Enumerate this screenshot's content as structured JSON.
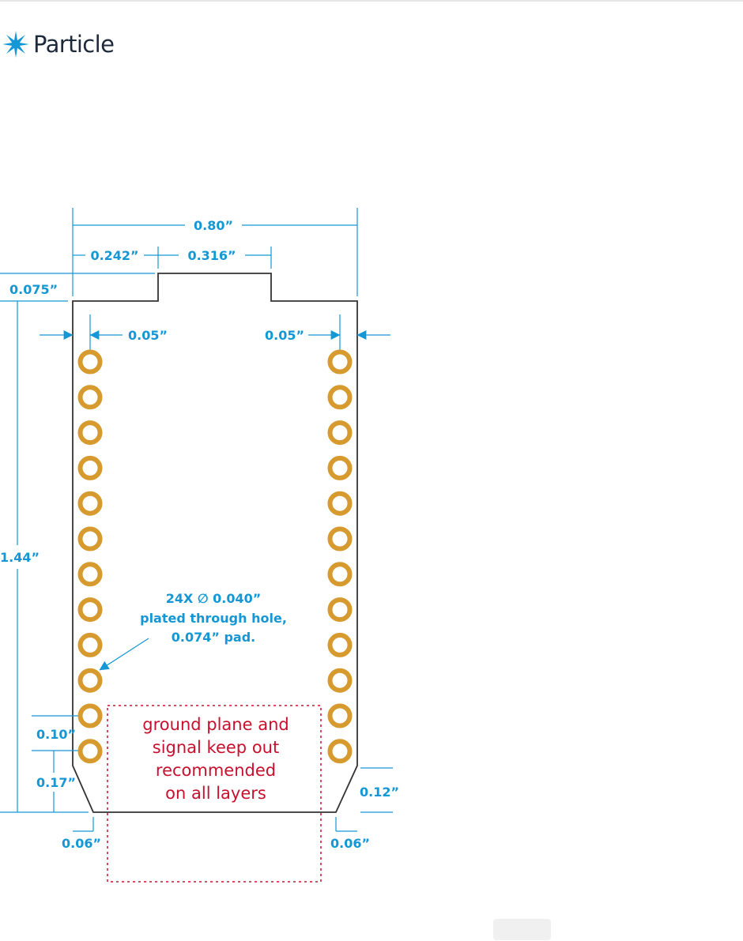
{
  "brand": {
    "name": "Particle",
    "icon": "particle-star-icon",
    "icon_color": "#1497d4",
    "text_color": "#1e2a3a"
  },
  "colors": {
    "dimension": "#1497d4",
    "pad": "#d69a2e",
    "keepout": "#c8102e",
    "outline": "#333333"
  },
  "dimensions": {
    "overall_width": "0.80”",
    "left_offset": "0.242”",
    "tab_width": "0.316”",
    "tab_height": "0.075”",
    "left_pin_edge": "0.05”",
    "right_pin_edge": "0.05”",
    "board_height": "1.44”",
    "pin_pitch": "0.10”",
    "last_pin_to_bottom": "0.17”",
    "chamfer_right": "0.12”",
    "chamfer_bottom_left": "0.06”",
    "chamfer_bottom_right": "0.06”"
  },
  "hole_note": [
    "24X ∅ 0.040”",
    "plated through hole,",
    "0.074” pad."
  ],
  "keepout_note": [
    "ground plane and",
    "signal keep out",
    "recommended",
    "on all layers"
  ],
  "pins": {
    "per_side": 12,
    "count": 24
  }
}
